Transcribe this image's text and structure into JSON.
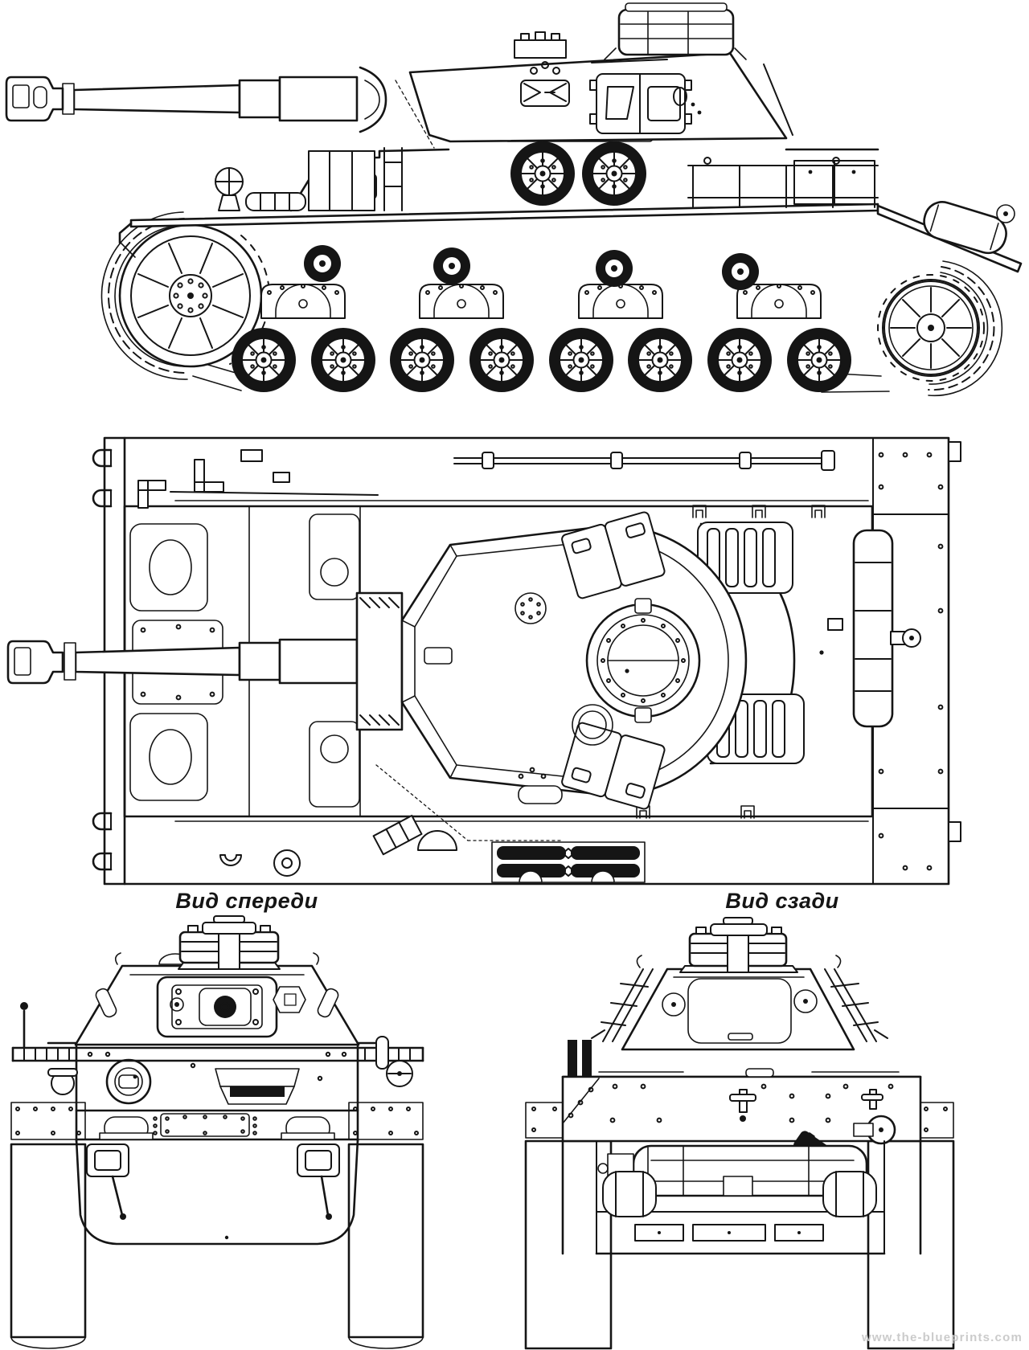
{
  "page": {
    "background_color": "#ffffff",
    "ink_color": "#151515"
  },
  "blueprint": {
    "subject": "tank three-view technical drawing",
    "views": [
      "side",
      "top",
      "front",
      "rear"
    ],
    "labels": {
      "front_view": "Вид спереди",
      "rear_view": "Вид сзади"
    },
    "watermark": {
      "text": "www.the-blueprints.com",
      "color": "#c9c9c9"
    }
  }
}
